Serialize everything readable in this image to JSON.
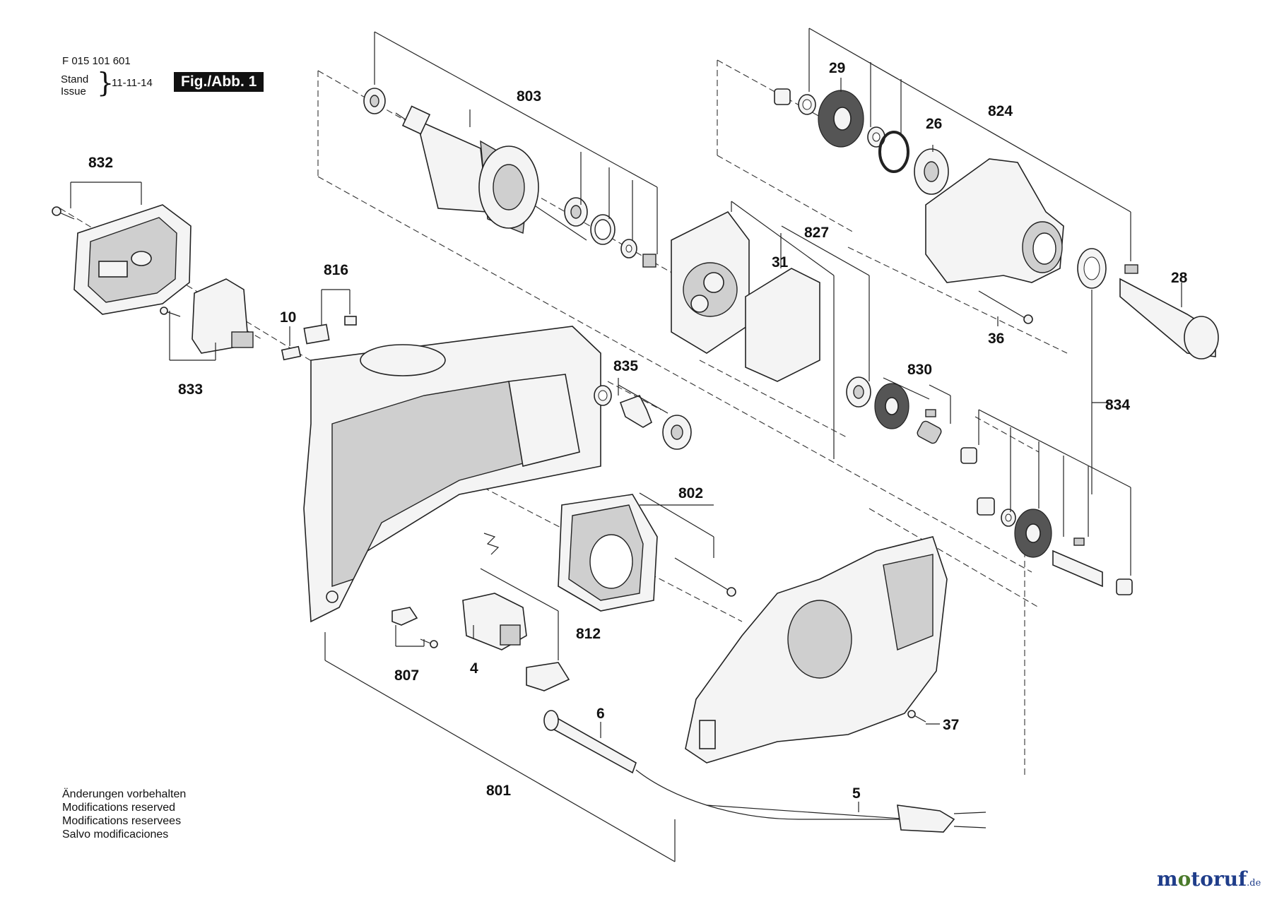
{
  "header": {
    "doc_number": "F 015 101 601",
    "stand_label": "Stand",
    "issue_label": "Issue",
    "date": "11-11-14",
    "figure_label": "Fig./Abb. 1"
  },
  "callouts": [
    {
      "id": "c803",
      "label": "803"
    },
    {
      "id": "c29",
      "label": "29"
    },
    {
      "id": "c26",
      "label": "26"
    },
    {
      "id": "c824",
      "label": "824"
    },
    {
      "id": "c832",
      "label": "832"
    },
    {
      "id": "c816",
      "label": "816"
    },
    {
      "id": "c10",
      "label": "10"
    },
    {
      "id": "c833",
      "label": "833"
    },
    {
      "id": "c827",
      "label": "827"
    },
    {
      "id": "c31",
      "label": "31"
    },
    {
      "id": "c28",
      "label": "28"
    },
    {
      "id": "c36",
      "label": "36"
    },
    {
      "id": "c835",
      "label": "835"
    },
    {
      "id": "c830",
      "label": "830"
    },
    {
      "id": "c834",
      "label": "834"
    },
    {
      "id": "c802",
      "label": "802"
    },
    {
      "id": "c812",
      "label": "812"
    },
    {
      "id": "c4",
      "label": "4"
    },
    {
      "id": "c807",
      "label": "807"
    },
    {
      "id": "c6",
      "label": "6"
    },
    {
      "id": "c37",
      "label": "37"
    },
    {
      "id": "c801",
      "label": "801"
    },
    {
      "id": "c5",
      "label": "5"
    }
  ],
  "notes": [
    "Änderungen vorbehalten",
    "Modifications reserved",
    "Modifications reservees",
    "Salvo modificaciones"
  ],
  "watermark": {
    "name": "motoruf",
    "tld": ".de",
    "color_o": "#4a7a2a",
    "color_rest": "#1f3d8a"
  }
}
